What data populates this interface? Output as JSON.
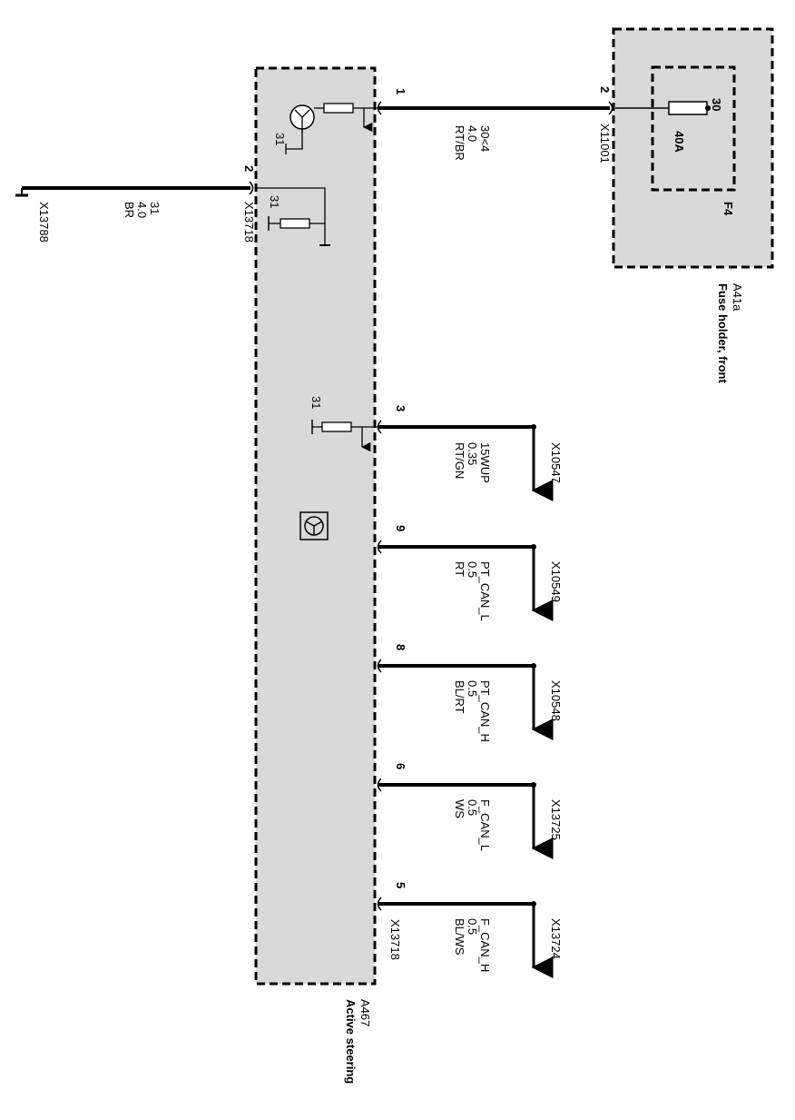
{
  "components": {
    "fuse_holder": {
      "id": "A41a",
      "name": "Fuse holder, front"
    },
    "fuse": {
      "id": "F4",
      "rating": "40A",
      "terminal": "30"
    },
    "module": {
      "id": "A467",
      "name": "Active steering",
      "connector": "X13718"
    }
  },
  "ground_label": "31",
  "wires": [
    {
      "pin": "1",
      "signal": "30<4",
      "gauge": "4.0",
      "color": "RT/BR",
      "to_pin": "2",
      "connector": "X11001"
    },
    {
      "pin": "2",
      "signal": "31",
      "gauge": "4.0",
      "color": "BR",
      "connector": "X13718",
      "end_connector": "X13788"
    },
    {
      "pin": "3",
      "signal": "15WUP",
      "gauge": "0.35",
      "color": "RT/GN",
      "connector": "X10547"
    },
    {
      "pin": "9",
      "signal": "PT_CAN_L",
      "gauge": "0.5",
      "color": "RT",
      "connector": "X10549"
    },
    {
      "pin": "8",
      "signal": "PT_CAN_H",
      "gauge": "0.5",
      "color": "BL/RT",
      "connector": "X10548"
    },
    {
      "pin": "6",
      "signal": "F_CAN_L",
      "gauge": "0.5",
      "color": "WS",
      "connector": "X13725"
    },
    {
      "pin": "5",
      "signal": "F_CAN_H",
      "gauge": "0.5",
      "color": "BL/WS",
      "connector": "X13724"
    }
  ]
}
